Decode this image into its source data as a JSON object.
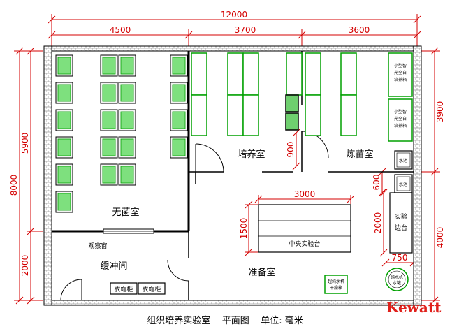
{
  "colors": {
    "dimension": "#d40000",
    "wall": "#000000",
    "equipment": "#00a000",
    "brick": "#9a9a9a",
    "logo": "#e0201b"
  },
  "dimensions": {
    "total_width": "12000",
    "widths": [
      "4500",
      "3700",
      "3600"
    ],
    "total_height": "8000",
    "left_heights": [
      "5900",
      "2000"
    ],
    "right_heights": [
      "3900",
      "4000"
    ],
    "door_width": "900",
    "bench_length": "3000",
    "bench_depth": "1500",
    "sink_depth": "600",
    "table_length": "2000",
    "tank_size": "750"
  },
  "rooms": {
    "sterile": "无菌室",
    "culture": "培养室",
    "hardening": "炼苗室",
    "buffer": "缓冲间",
    "prep": "准备室"
  },
  "labels": {
    "observation_window": "观察窗",
    "locker_1": "衣帽柜",
    "locker_2": "衣帽柜",
    "central_bench": "中央实验台",
    "lab_table": "实验\n边台",
    "sink_1": "水池",
    "sink_2": "水池",
    "hardening_rack_1": "小型智\n光全自\n培养箱",
    "hardening_rack_2": "小型智\n光全自\n培养箱",
    "tank": "纯水机\n水罐",
    "dryer": "超纯水机\n干燥箱"
  },
  "caption": "组织培养实验室    平面图    单位: 毫米",
  "logo": "Kewatt"
}
